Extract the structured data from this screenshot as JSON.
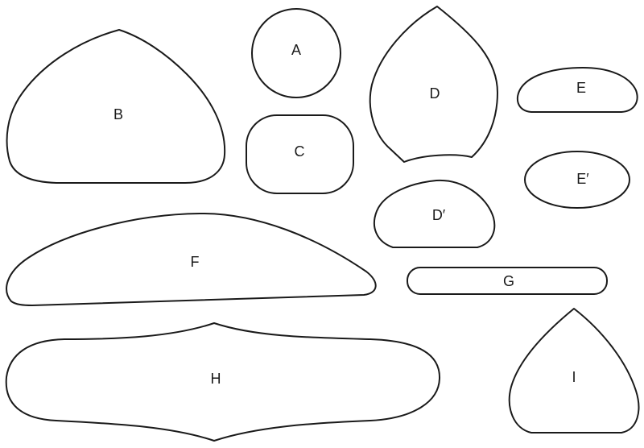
{
  "pieces": {
    "a": "A",
    "b": "B",
    "c": "C",
    "d": "D",
    "d_prime": "D′",
    "e": "E",
    "e_prime": "E′",
    "f": "F",
    "g": "G",
    "h": "H",
    "i": "I"
  }
}
